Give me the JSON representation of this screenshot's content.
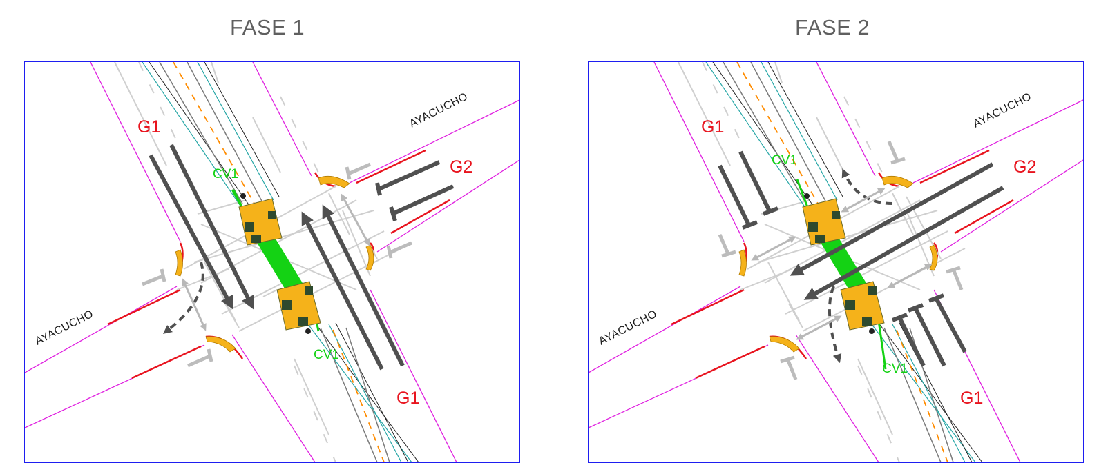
{
  "phases": [
    {
      "title": "FASE 1",
      "street_labels": [
        "AYACUCHO",
        "AYACUCHO"
      ],
      "group_labels": {
        "g1_top": "G1",
        "g1_bottom": "G1",
        "g2": "G2"
      },
      "cyclist_labels": {
        "top": "CV1",
        "bottom": "CV1"
      }
    },
    {
      "title": "FASE 2",
      "street_labels": [
        "AYACUCHO",
        "AYACUCHO"
      ],
      "group_labels": {
        "g1_top": "G1",
        "g1_bottom": "G1",
        "g2": "G2"
      },
      "cyclist_labels": {
        "top": "CV1",
        "bottom": "CV1"
      }
    }
  ],
  "colors": {
    "border": "#1e1ef0",
    "road_edge": "#e020e0",
    "curb": "#e8141e",
    "bike_lane": "#14d214",
    "median_line": "#ff8c00",
    "active_arrow": "#505050",
    "stop_arrow": "#bcbcbc",
    "ramp": "#f5b21a"
  }
}
